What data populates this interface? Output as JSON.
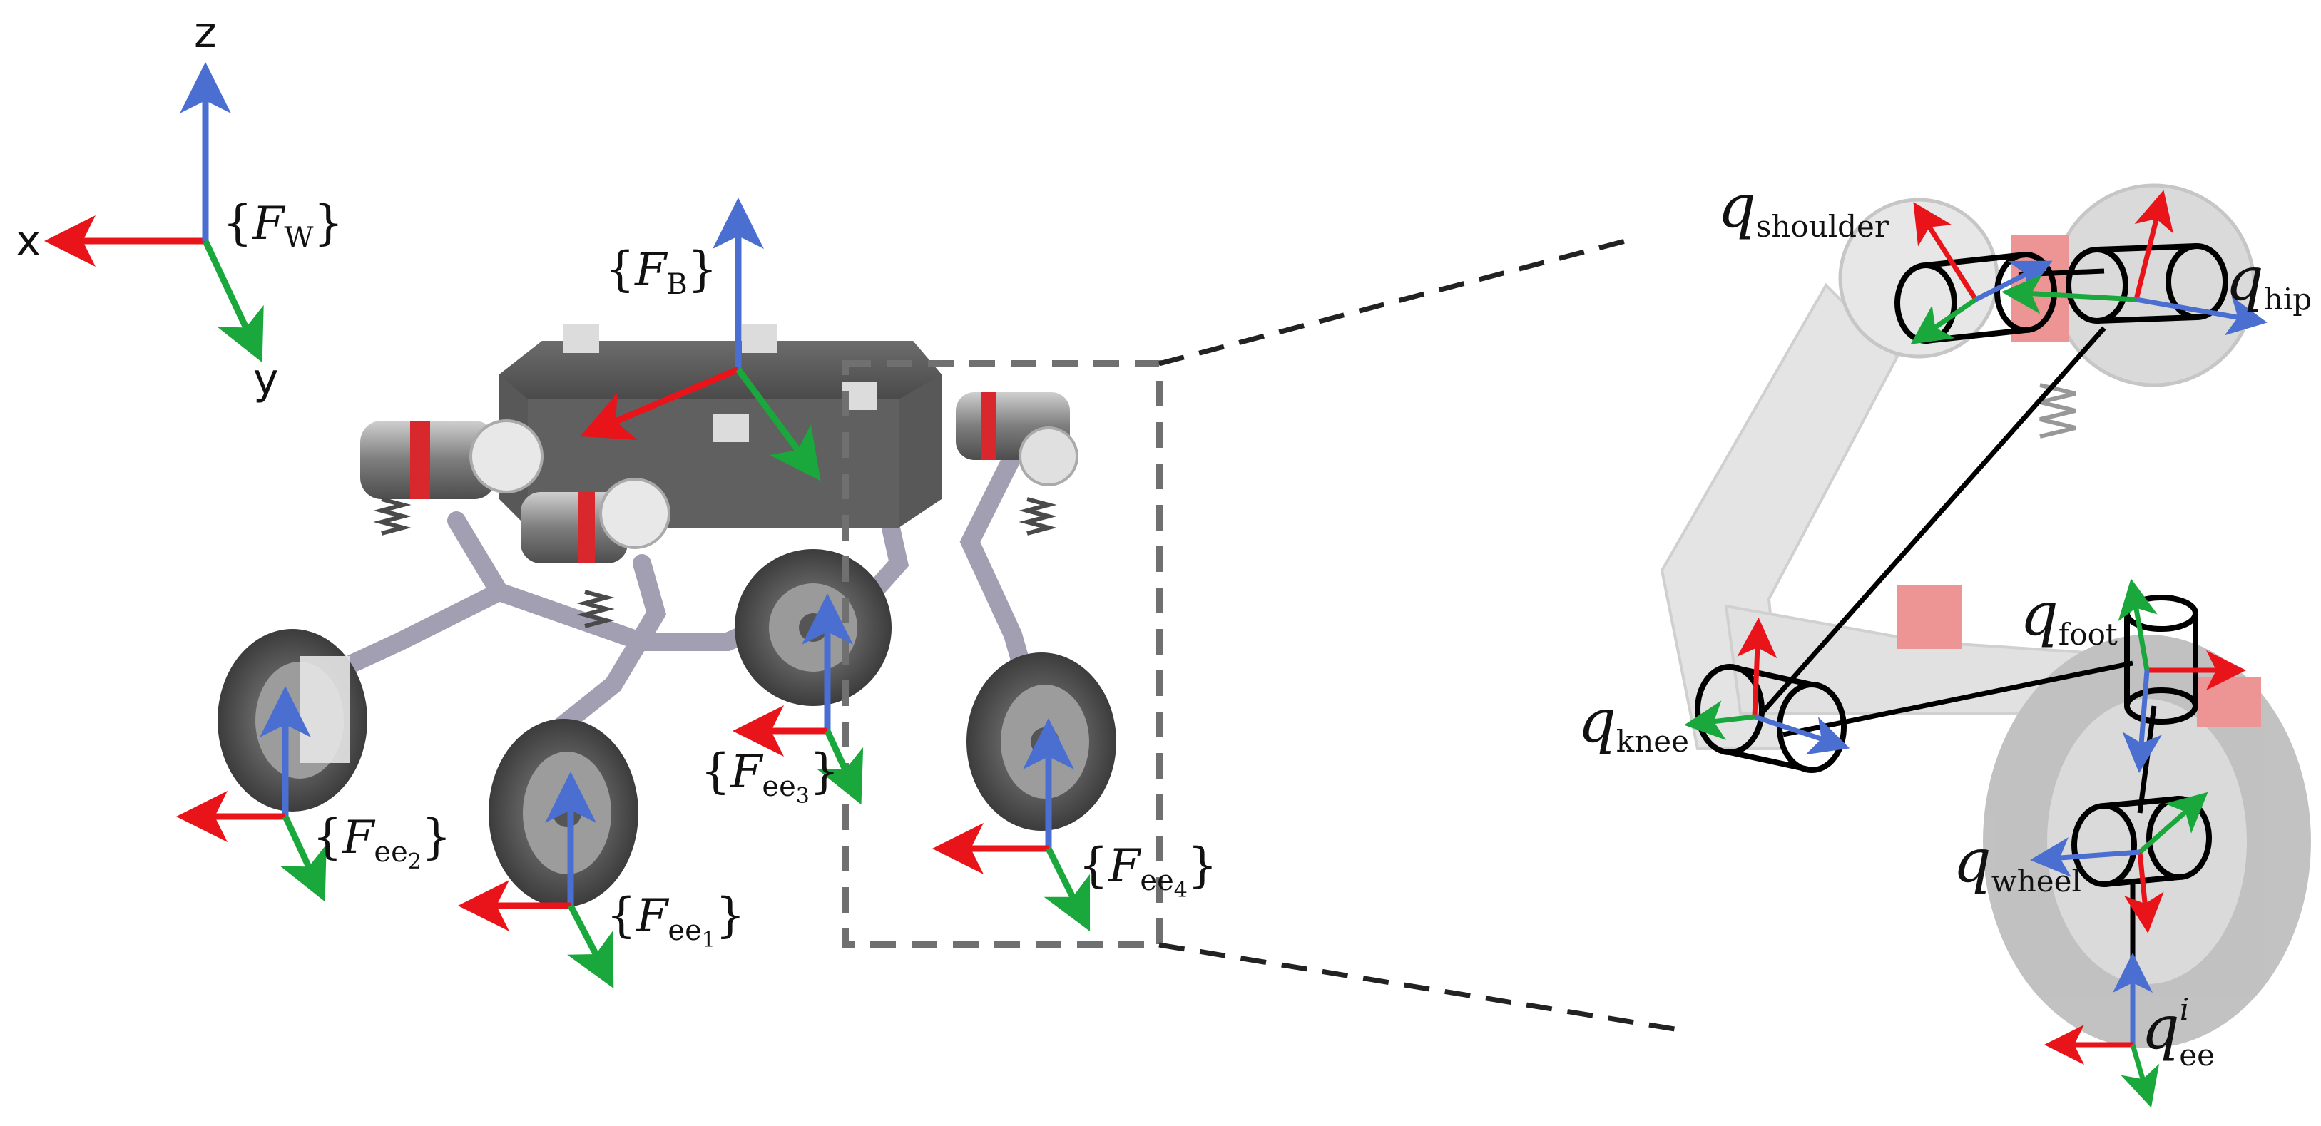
{
  "world_axes": {
    "x": "x",
    "y": "y",
    "z": "z"
  },
  "colors": {
    "x_axis": "#e8141a",
    "y_axis": "#1aa83c",
    "z_axis": "#4a6fd0",
    "link": "#000000",
    "dash": "#555555"
  },
  "frames": {
    "world": {
      "open": "{",
      "script": "F",
      "sub": "W",
      "close": "}"
    },
    "base": {
      "open": "{",
      "script": "F",
      "sub": "B",
      "close": "}"
    },
    "ee1": {
      "open": "{",
      "script": "F",
      "sub": "ee",
      "index": "1",
      "close": "}"
    },
    "ee2": {
      "open": "{",
      "script": "F",
      "sub": "ee",
      "index": "2",
      "close": "}"
    },
    "ee3": {
      "open": "{",
      "script": "F",
      "sub": "ee",
      "index": "3",
      "close": "}"
    },
    "ee4": {
      "open": "{",
      "script": "F",
      "sub": "ee",
      "index": "4",
      "close": "}"
    }
  },
  "joints": {
    "shoulder": {
      "symbol": "q",
      "sub": "shoulder"
    },
    "hip": {
      "symbol": "q",
      "sub": "hip"
    },
    "knee": {
      "symbol": "q",
      "sub": "knee"
    },
    "foot": {
      "symbol": "q",
      "sub": "foot"
    },
    "wheel": {
      "symbol": "q",
      "sub": "wheel"
    },
    "ee": {
      "symbol": "q",
      "sub": "ee",
      "sup": "i"
    }
  }
}
